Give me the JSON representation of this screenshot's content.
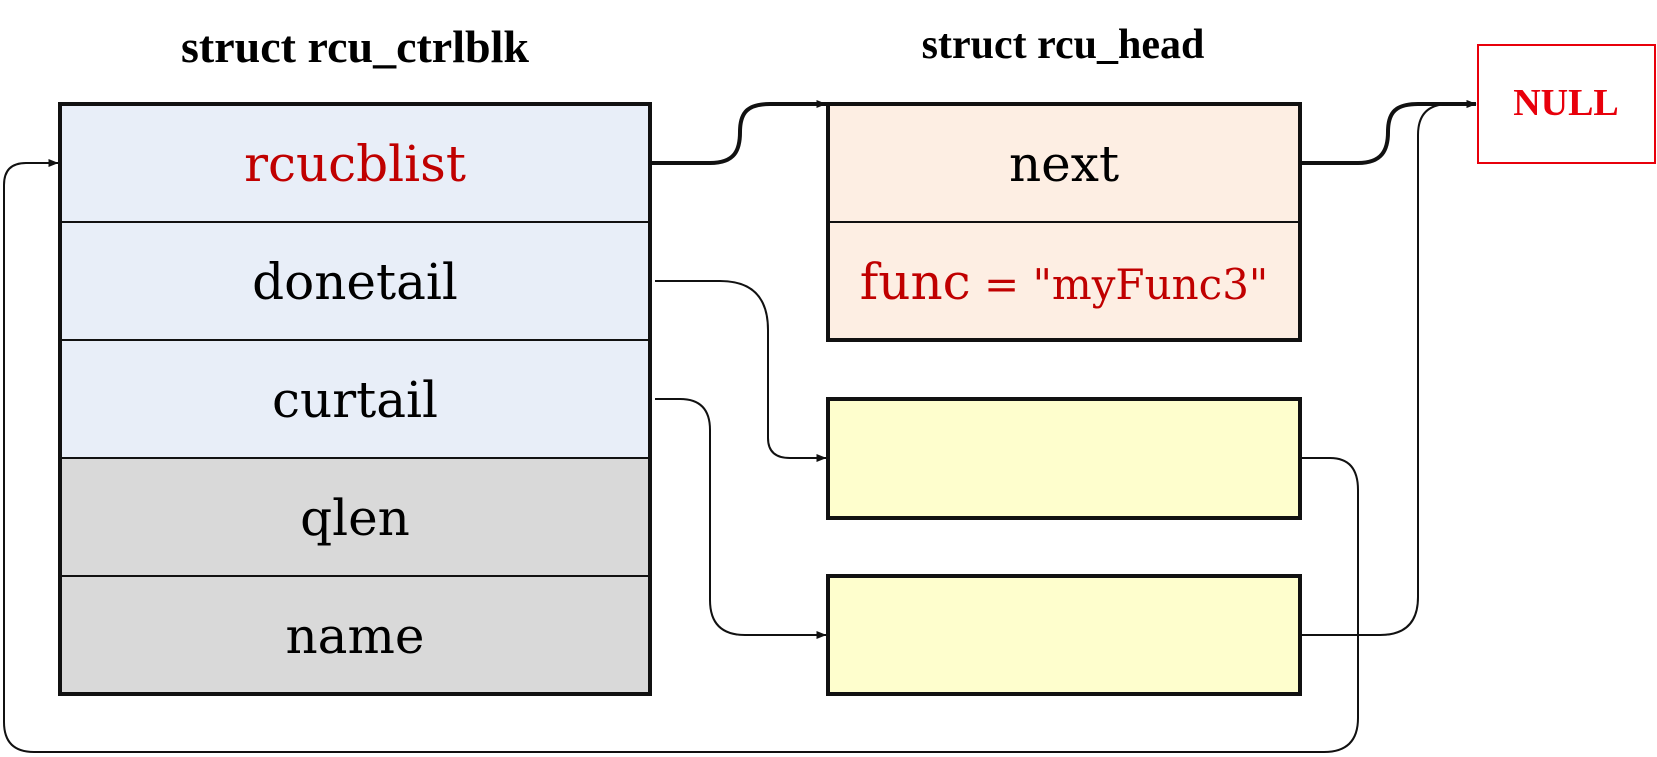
{
  "colors": {
    "ctrl_blue": "#e8eef8",
    "ctrl_gray": "#d9d9d9",
    "head_orange": "#fdeee3",
    "node_yellow": "#fefecd",
    "red_text": "#c00000",
    "null_red": "#e8000b",
    "stroke": "#111111"
  },
  "ctrlblk": {
    "title": "struct rcu_ctrlblk",
    "fields": [
      "rcucblist",
      "donetail",
      "curtail",
      "qlen",
      "name"
    ]
  },
  "rcu_head": {
    "title": "struct rcu_head",
    "next_label": "next",
    "func_label": "func",
    "func_eq": " = \"myFunc3\""
  },
  "null_box": {
    "label": "NULL"
  }
}
